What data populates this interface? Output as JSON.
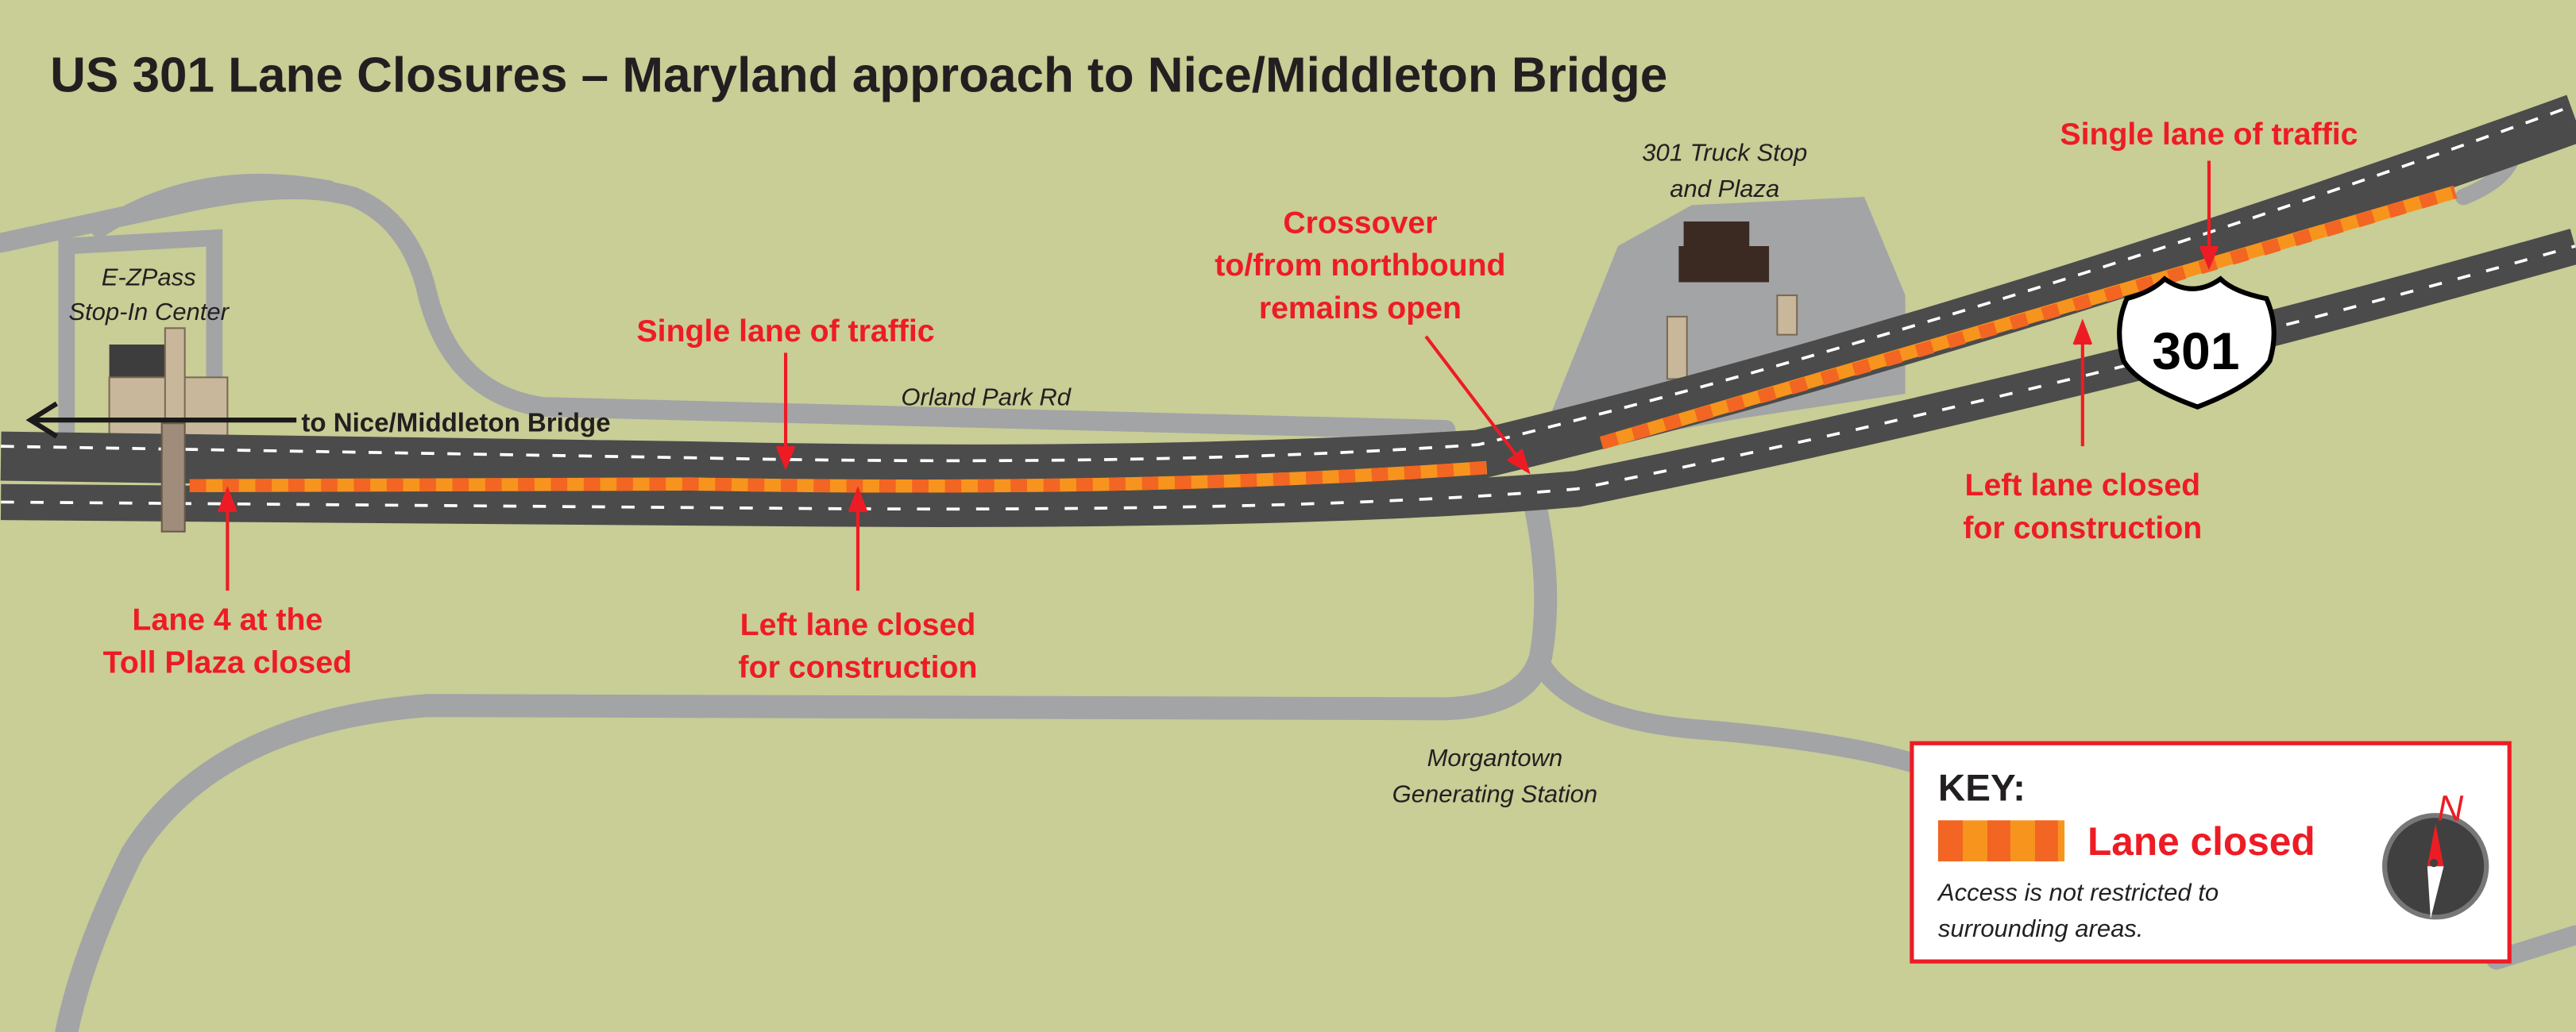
{
  "title": "US 301 Lane Closures – Maryland approach to Nice/Middleton Bridge",
  "places": {
    "ezpass": [
      "E-ZPass",
      "Stop-In Center"
    ],
    "truck_stop": [
      "301 Truck Stop",
      "and Plaza"
    ],
    "orland": "Orland Park Rd",
    "morgantown": [
      "Morgantown",
      "Generating Station"
    ],
    "bridge": "to Nice/Middleton Bridge"
  },
  "callouts": {
    "lane4": [
      "Lane 4 at the",
      "Toll Plaza closed"
    ],
    "single_left": "Single lane of traffic",
    "left_closed_left": [
      "Left lane closed",
      "for construction"
    ],
    "crossover": [
      "Crossover",
      "to/from northbound",
      "remains open"
    ],
    "single_right": "Single lane of traffic",
    "left_closed_right": [
      "Left lane closed",
      "for construction"
    ]
  },
  "shield": "301",
  "key": {
    "heading": "KEY:",
    "lane_closed": "Lane closed",
    "note": [
      "Access is not restricted to",
      "surrounding areas."
    ],
    "compass_letter": "N"
  },
  "colors": {
    "land": "#c9cd96",
    "minor_road": "#a2a4a6",
    "highway": "#4b4b4b",
    "closure_a": "#f7941d",
    "closure_b": "#f26522",
    "callout": "#ed1c24"
  }
}
